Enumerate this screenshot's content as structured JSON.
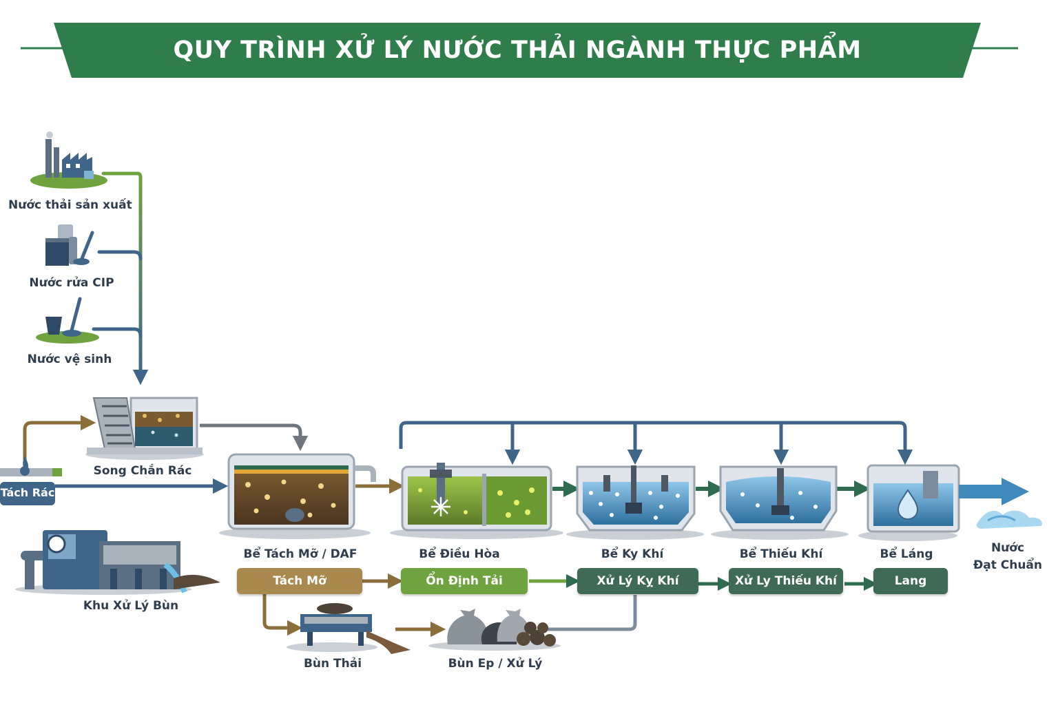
{
  "title": "QUY TRÌNH XỬ LÝ NƯỚC THẢI NGÀNH THỰC PHẨM",
  "sources": {
    "production": "Nước thải sản xuất",
    "cip": "Nước rửa CIP",
    "sanitation": "Nước vệ sinh"
  },
  "units": {
    "screen": "Song Chắn Rác",
    "trash_sep": "Tách Rác",
    "daf": "Bể Tách Mỡ / DAF",
    "equalization": "Bể Điều Hòa",
    "aerobic": "Bể Ky Khí",
    "anoxic": "Bể Thiếu Khí",
    "settling": "Bể Láng",
    "output": "Nước\nĐạt Chuẩn",
    "sludge_area": "Khu Xử Lý Bùn",
    "waste_sludge": "Bùn Thải",
    "pressed_sludge": "Bùn Ep / Xử Lý"
  },
  "process_steps": {
    "fat_removal": "Tách Mỡ",
    "load_stabilization": "Ổn Định Tải",
    "aerobic_treatment": "Xử Lý Kỵ Khí",
    "anoxic_treatment": "Xử Ly Thiếu Khí",
    "settling_step": "Lang"
  },
  "colors": {
    "title_green": "#2f7d4a",
    "pipe_blue": "#3f6688",
    "flow_green": "#2f6b4f",
    "flow_brown": "#8a6d3b",
    "pill_brown": "#a9894e",
    "pill_green": "#6ea33f",
    "pill_dark": "#3f6a55"
  }
}
